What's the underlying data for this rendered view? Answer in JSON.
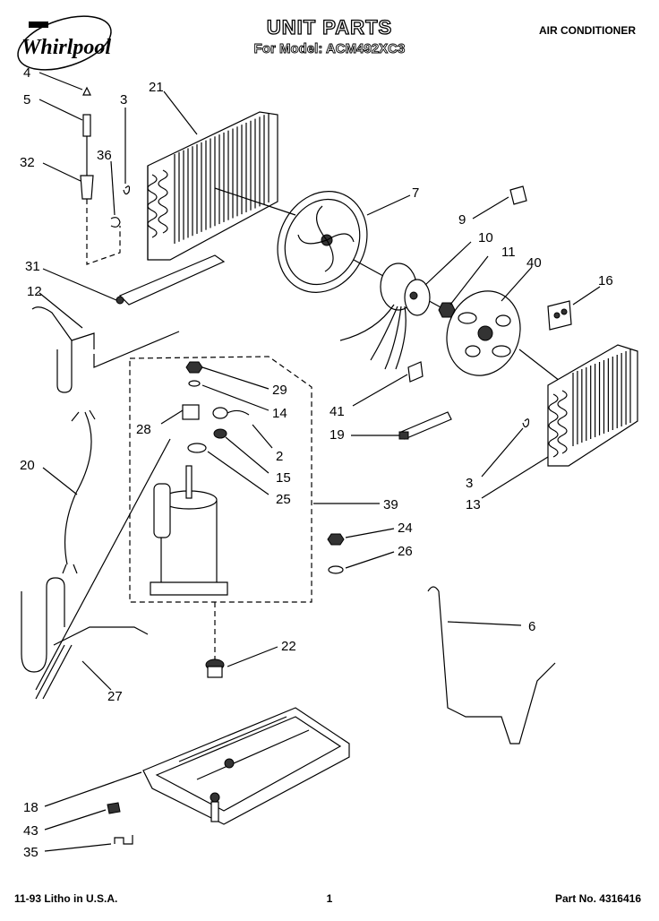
{
  "header": {
    "brand": "Whirlpool",
    "title": "UNIT PARTS",
    "model_line": "For Model: ACM492XC3",
    "category": "AIR CONDITIONER"
  },
  "callouts": [
    "4",
    "5",
    "3",
    "21",
    "32",
    "36",
    "7",
    "9",
    "10",
    "11",
    "40",
    "31",
    "12",
    "16",
    "29",
    "28",
    "14",
    "41",
    "2",
    "19",
    "15",
    "25",
    "20",
    "39",
    "3",
    "13",
    "24",
    "26",
    "6",
    "22",
    "27",
    "18",
    "43",
    "35"
  ],
  "footer": {
    "left": "11-93 Litho in U.S.A.",
    "center": "1",
    "right": "Part No. 4316416"
  }
}
